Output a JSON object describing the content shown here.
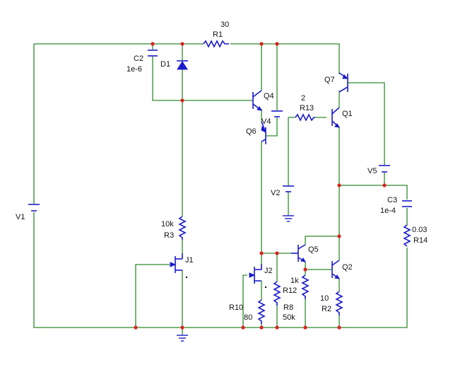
{
  "components": {
    "R1": {
      "name": "R1",
      "value": "30"
    },
    "D1": {
      "name": "D1"
    },
    "C2": {
      "name": "C2",
      "value": "1e-6"
    },
    "Q4": {
      "name": "Q4"
    },
    "Q6": {
      "name": "Q6"
    },
    "V4": {
      "name": "V4"
    },
    "Q7": {
      "name": "Q7"
    },
    "R13": {
      "name": "R13",
      "value": "2"
    },
    "Q1": {
      "name": "Q1"
    },
    "V5": {
      "name": "V5"
    },
    "V2": {
      "name": "V2"
    },
    "C3": {
      "name": "C3",
      "value": "1e-4"
    },
    "R14": {
      "name": "R14",
      "value": "0.03"
    },
    "V1": {
      "name": "V1"
    },
    "R3": {
      "name": "R3",
      "value": "10k"
    },
    "J1": {
      "name": "J1"
    },
    "Q5": {
      "name": "Q5"
    },
    "J2": {
      "name": "J2"
    },
    "Q2": {
      "name": "Q2"
    },
    "R12": {
      "name": "R12",
      "value": "1k"
    },
    "R8": {
      "name": "R8",
      "value": "50k"
    },
    "R10": {
      "name": "R10",
      "value": "80"
    },
    "R2": {
      "name": "R2",
      "value": "10"
    }
  },
  "colors": {
    "wire": "#2e8b2e",
    "component": "#1a1acc",
    "node": "#dd2222",
    "text": "#111111"
  }
}
